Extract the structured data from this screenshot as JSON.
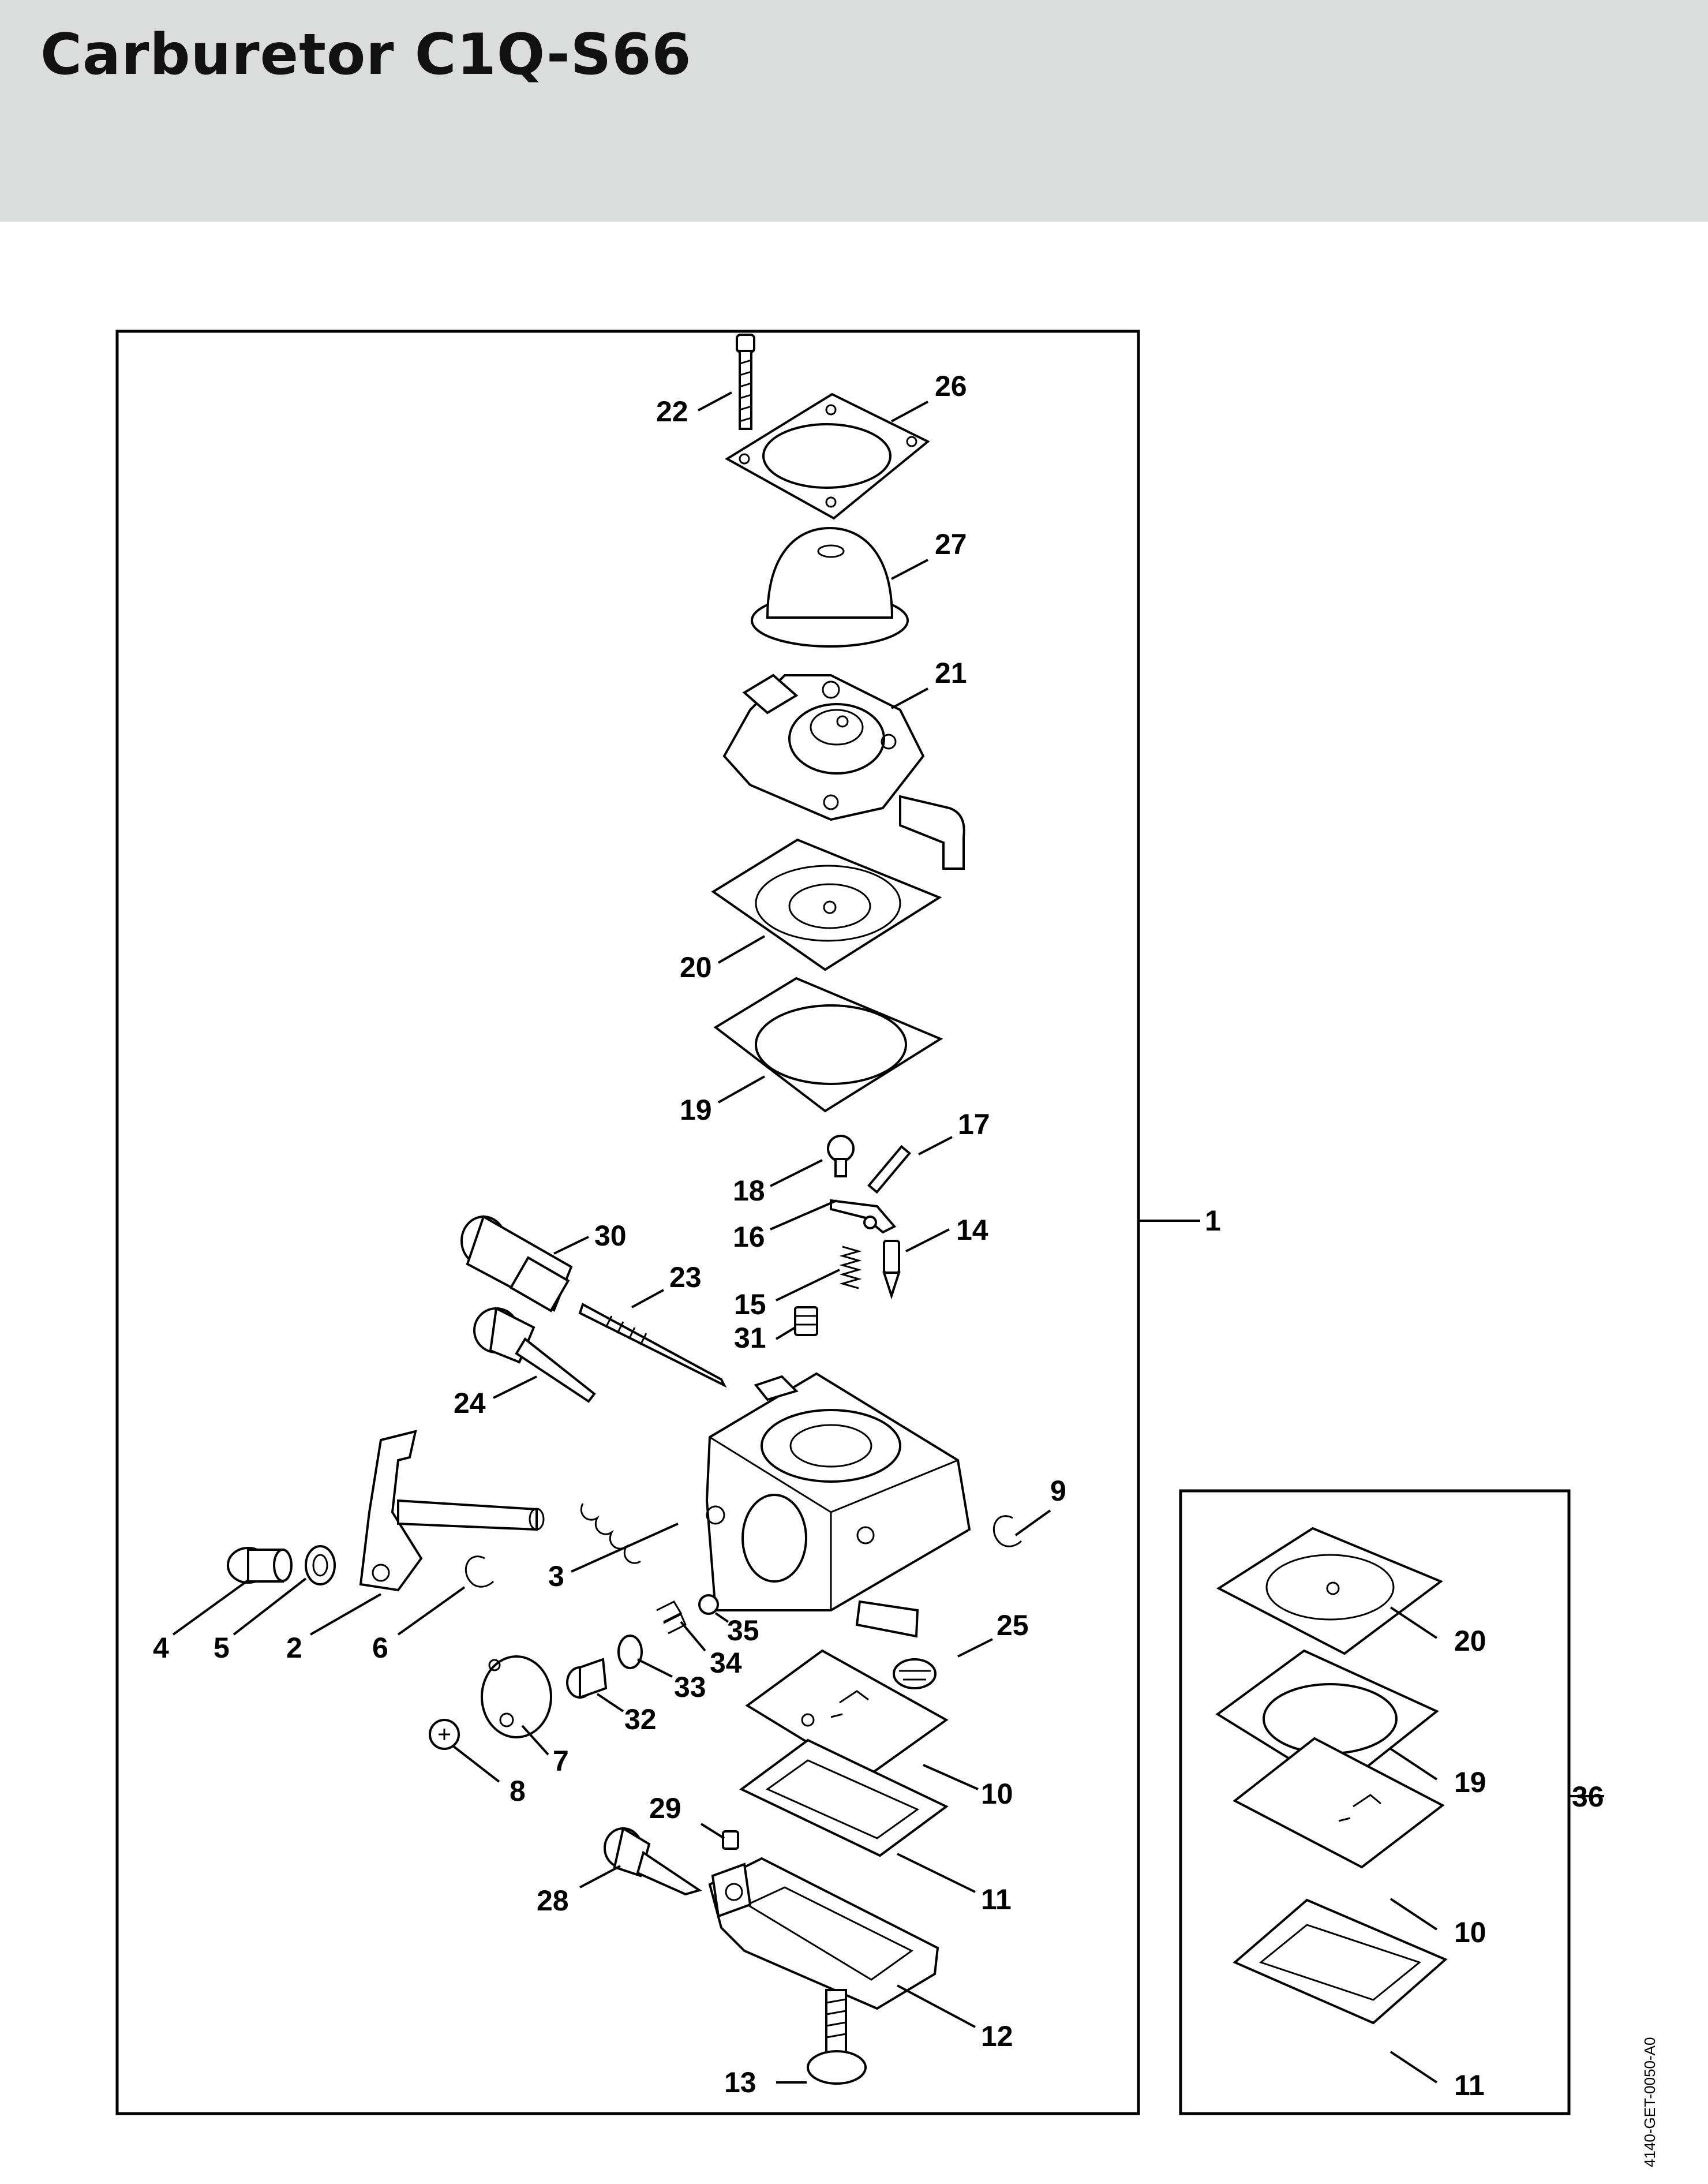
{
  "header": {
    "title": "Carburetor C1Q-S66",
    "background_color": "#dbdddc"
  },
  "diagram": {
    "drawing_code": "4140-GET-0050-A0",
    "main_assembly_label": "1",
    "kit_label": "36",
    "main_callouts": [
      {
        "id": "c22",
        "label": "22"
      },
      {
        "id": "c26",
        "label": "26"
      },
      {
        "id": "c27",
        "label": "27"
      },
      {
        "id": "c21",
        "label": "21"
      },
      {
        "id": "c20",
        "label": "20"
      },
      {
        "id": "c19",
        "label": "19"
      },
      {
        "id": "c17",
        "label": "17"
      },
      {
        "id": "c18",
        "label": "18"
      },
      {
        "id": "c16",
        "label": "16"
      },
      {
        "id": "c30",
        "label": "30"
      },
      {
        "id": "c14",
        "label": "14"
      },
      {
        "id": "c23",
        "label": "23"
      },
      {
        "id": "c15",
        "label": "15"
      },
      {
        "id": "c31",
        "label": "31"
      },
      {
        "id": "c24",
        "label": "24"
      },
      {
        "id": "c9",
        "label": "9"
      },
      {
        "id": "c3",
        "label": "3"
      },
      {
        "id": "c4",
        "label": "4"
      },
      {
        "id": "c5",
        "label": "5"
      },
      {
        "id": "c2",
        "label": "2"
      },
      {
        "id": "c6",
        "label": "6"
      },
      {
        "id": "c25",
        "label": "25"
      },
      {
        "id": "c35",
        "label": "35"
      },
      {
        "id": "c34",
        "label": "34"
      },
      {
        "id": "c33",
        "label": "33"
      },
      {
        "id": "c32",
        "label": "32"
      },
      {
        "id": "c7",
        "label": "7"
      },
      {
        "id": "c8",
        "label": "8"
      },
      {
        "id": "c10",
        "label": "10"
      },
      {
        "id": "c29",
        "label": "29"
      },
      {
        "id": "c11",
        "label": "11"
      },
      {
        "id": "c28",
        "label": "28"
      },
      {
        "id": "c12",
        "label": "12"
      },
      {
        "id": "c13",
        "label": "13"
      }
    ],
    "kit_callouts": [
      {
        "id": "k20",
        "label": "20"
      },
      {
        "id": "k19",
        "label": "19"
      },
      {
        "id": "k10",
        "label": "10"
      },
      {
        "id": "k11",
        "label": "11"
      }
    ]
  }
}
